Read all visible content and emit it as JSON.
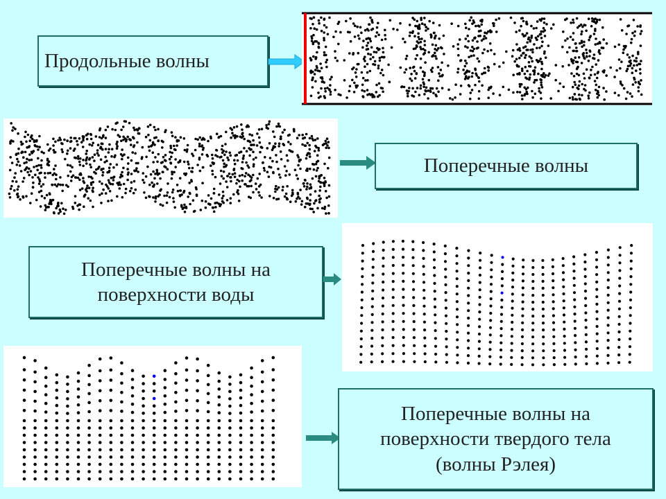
{
  "labels": {
    "longitudinal": "Продольные волны",
    "transverse": "Поперечные волны",
    "water_line1": "Поперечные волны на",
    "water_line2": "поверхности воды",
    "rayleigh_line1": "Поперечные волны на",
    "rayleigh_line2": "поверхности твердого тела",
    "rayleigh_line3": "(волны Рэлея)"
  },
  "colors": {
    "background": "#ccffff",
    "box_border": "#1f6e66",
    "arrow_cyan": "#33ccff",
    "arrow_teal": "#2a8c80",
    "piston_red": "#ee0000",
    "particle": "#000000",
    "highlight_particle": "#0000ff"
  },
  "icons": [
    "arrow-right-icon"
  ]
}
